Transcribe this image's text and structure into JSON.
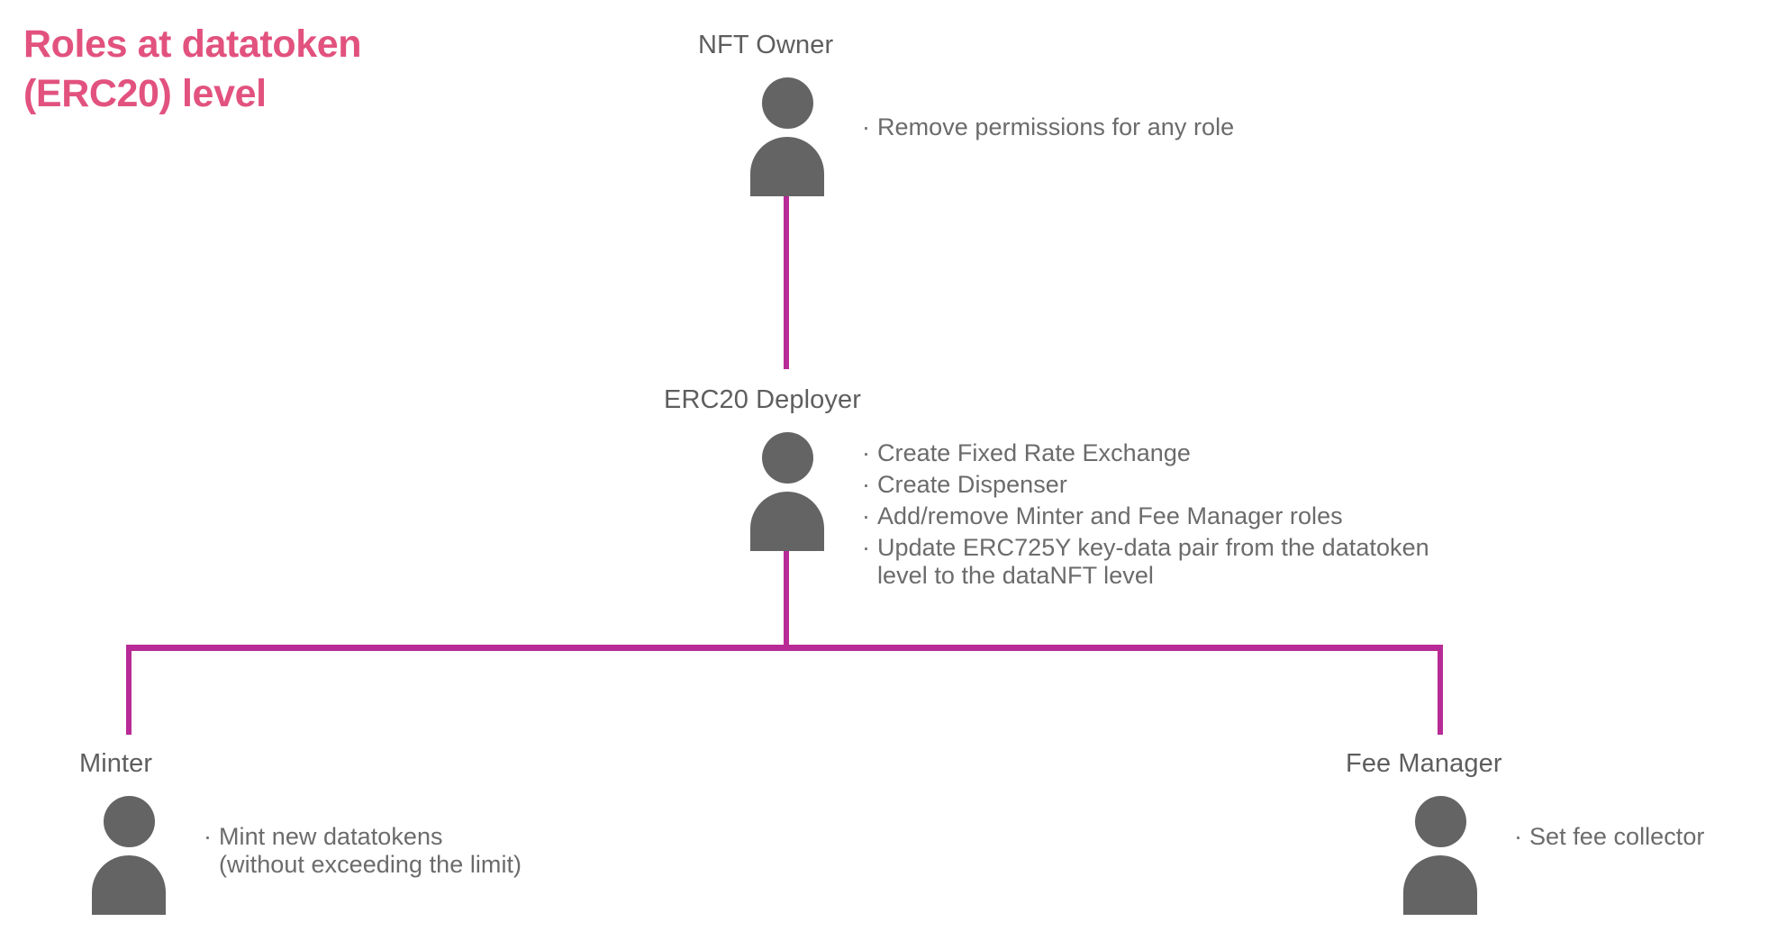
{
  "title": "Roles at datatoken\n(ERC20) level",
  "colors": {
    "title_pink": "#E2527F",
    "connector_magenta": "#B82B96",
    "icon_gray": "#646464",
    "heading_gray": "#5E5E5E",
    "body_gray": "#6B6B6B",
    "background": "#FFFFFF"
  },
  "nodes": {
    "nft_owner": {
      "label": "NFT Owner",
      "icon": "person-icon",
      "bullets": [
        "Remove permissions for any role"
      ]
    },
    "erc20_deployer": {
      "label": "ERC20 Deployer",
      "icon": "person-icon",
      "bullets": [
        "Create Fixed Rate Exchange",
        "Create Dispenser",
        "Add/remove Minter and Fee Manager roles",
        "Update ERC725Y key-data pair from the datatoken\n level to the dataNFT level"
      ]
    },
    "minter": {
      "label": "Minter",
      "icon": "person-icon",
      "bullets": [
        "Mint new datatokens\n (without exceeding the limit)"
      ]
    },
    "fee_manager": {
      "label": "Fee Manager",
      "icon": "person-icon",
      "bullets": [
        "Set fee collector"
      ]
    }
  },
  "bullet_marker": "·"
}
